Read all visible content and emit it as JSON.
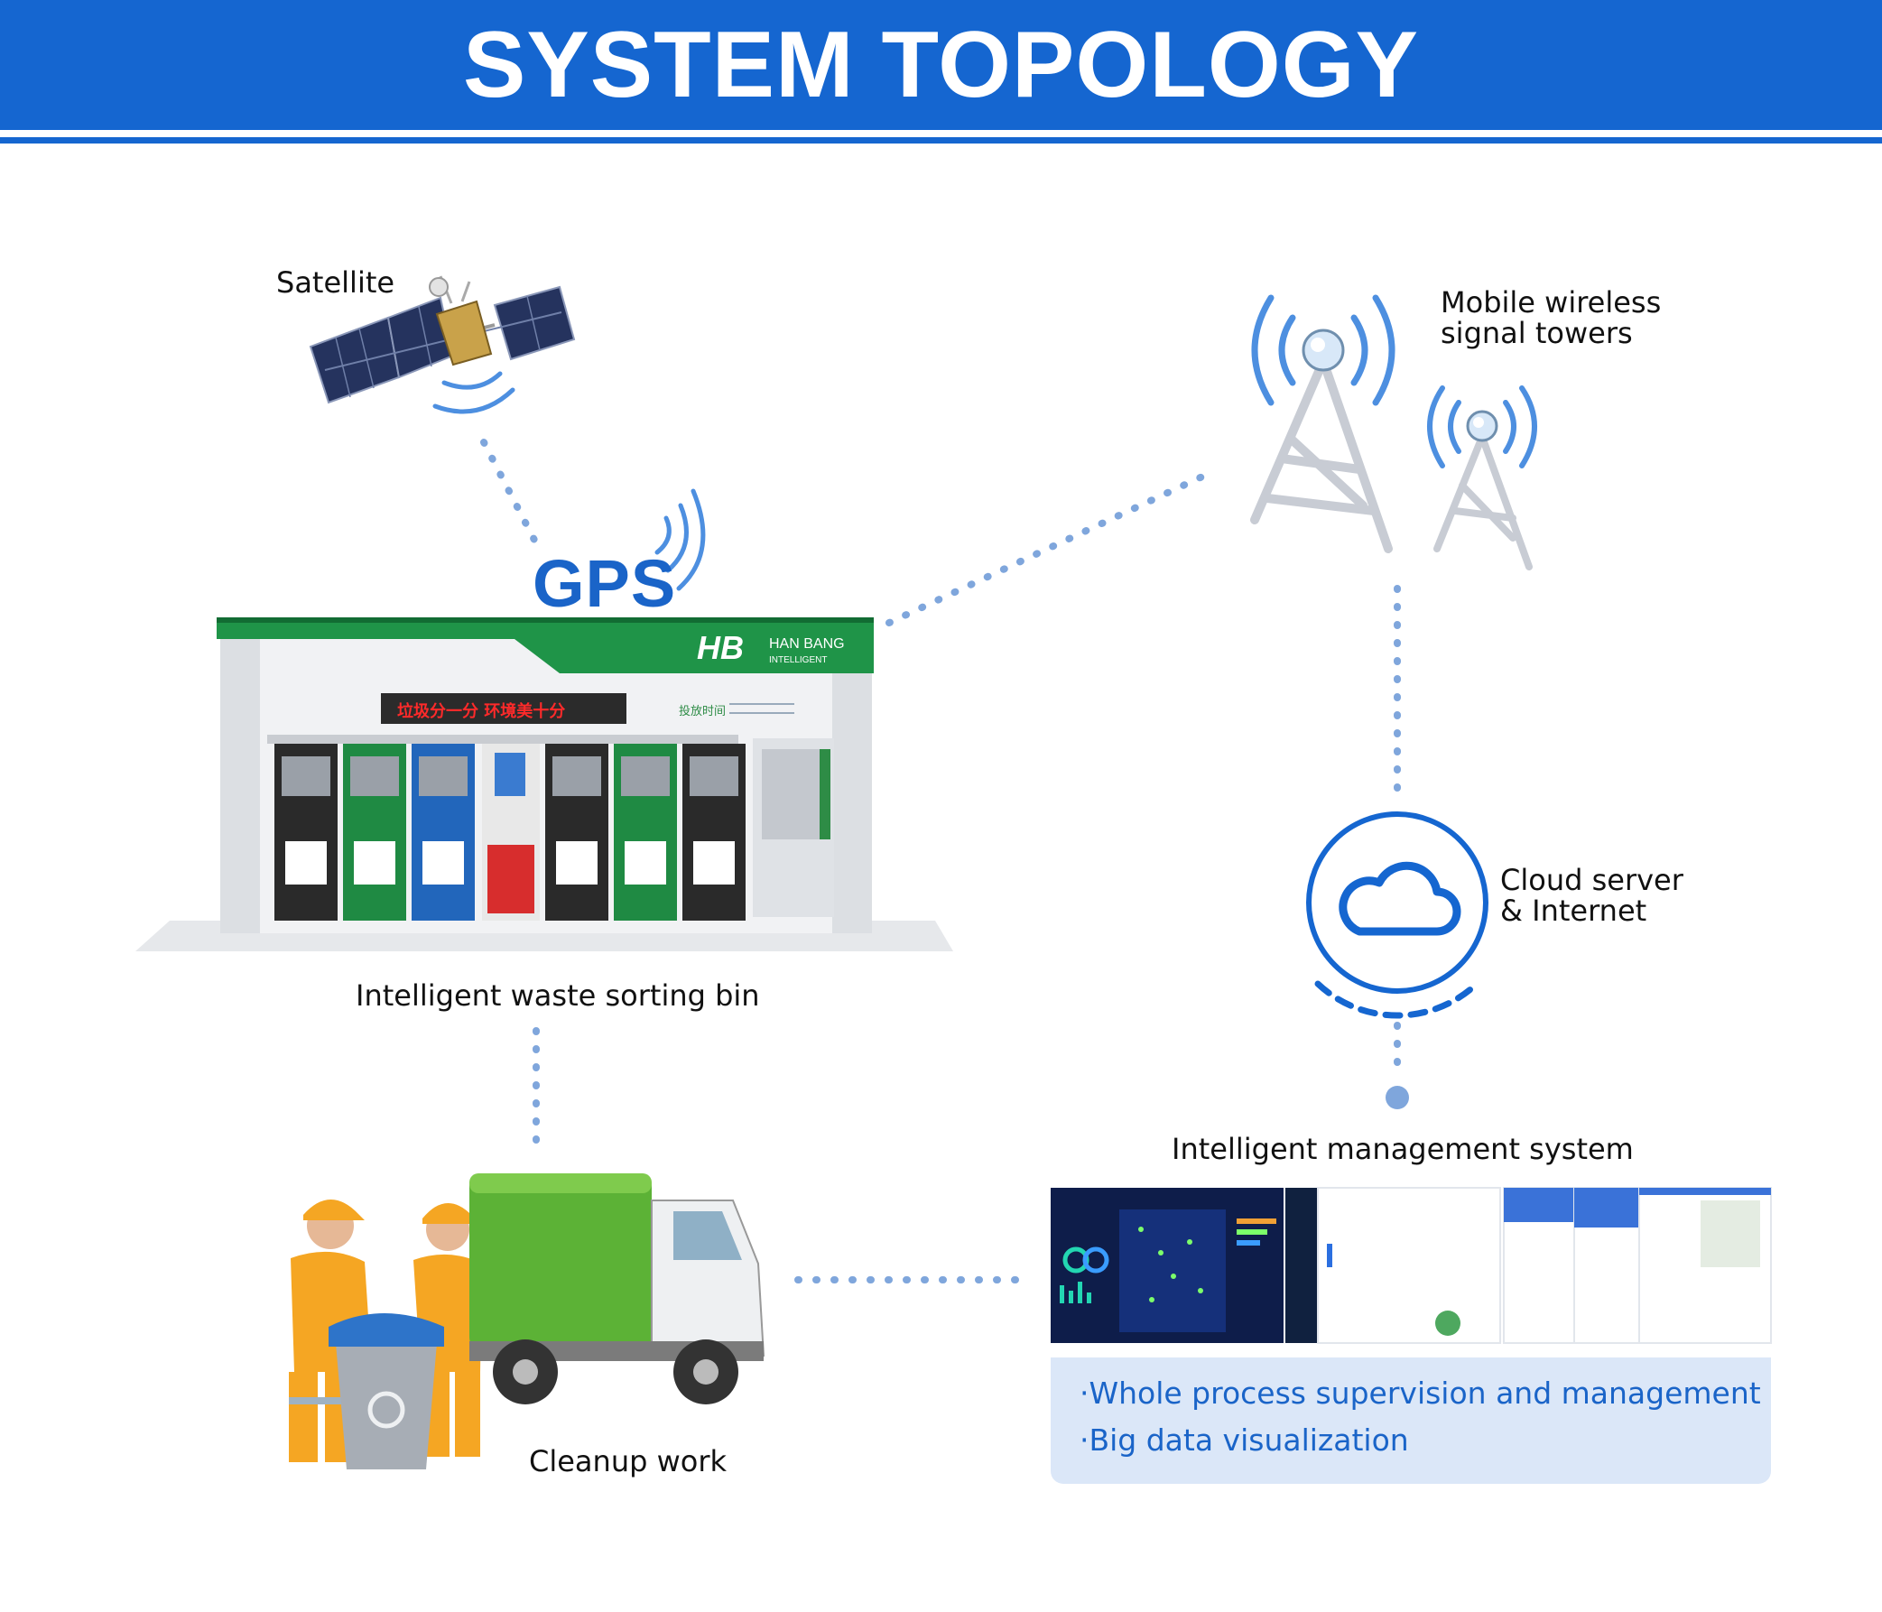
{
  "header": {
    "title": "SYSTEM TOPOLOGY"
  },
  "nodes": {
    "satellite": "Satellite",
    "gps": "GPS",
    "towers_line1": "Mobile wireless",
    "towers_line2": "signal towers",
    "cloud_line1": "Cloud server",
    "cloud_line2": "& Internet",
    "sorting_bin": "Intelligent waste sorting bin",
    "management": "Intelligent management system",
    "cleanup": "Cleanup work"
  },
  "bin": {
    "brand_name": "HAN BANG",
    "brand_sub": "INTELLIGENT",
    "brand_logo": "HB",
    "led_sign": "垃圾分一分 环境美十分",
    "hours_label": "投放时间"
  },
  "features": [
    "·Whole process supervision and management",
    "·Big data visualization"
  ],
  "colors": {
    "header": "#1566d0",
    "accent_text": "#1a64c8",
    "connector": "#7fa6dc",
    "bin_green": "#1f9448",
    "truck_green": "#5cb236",
    "worker_orange": "#f5a623",
    "panel_bg": "#dbe7f8"
  }
}
